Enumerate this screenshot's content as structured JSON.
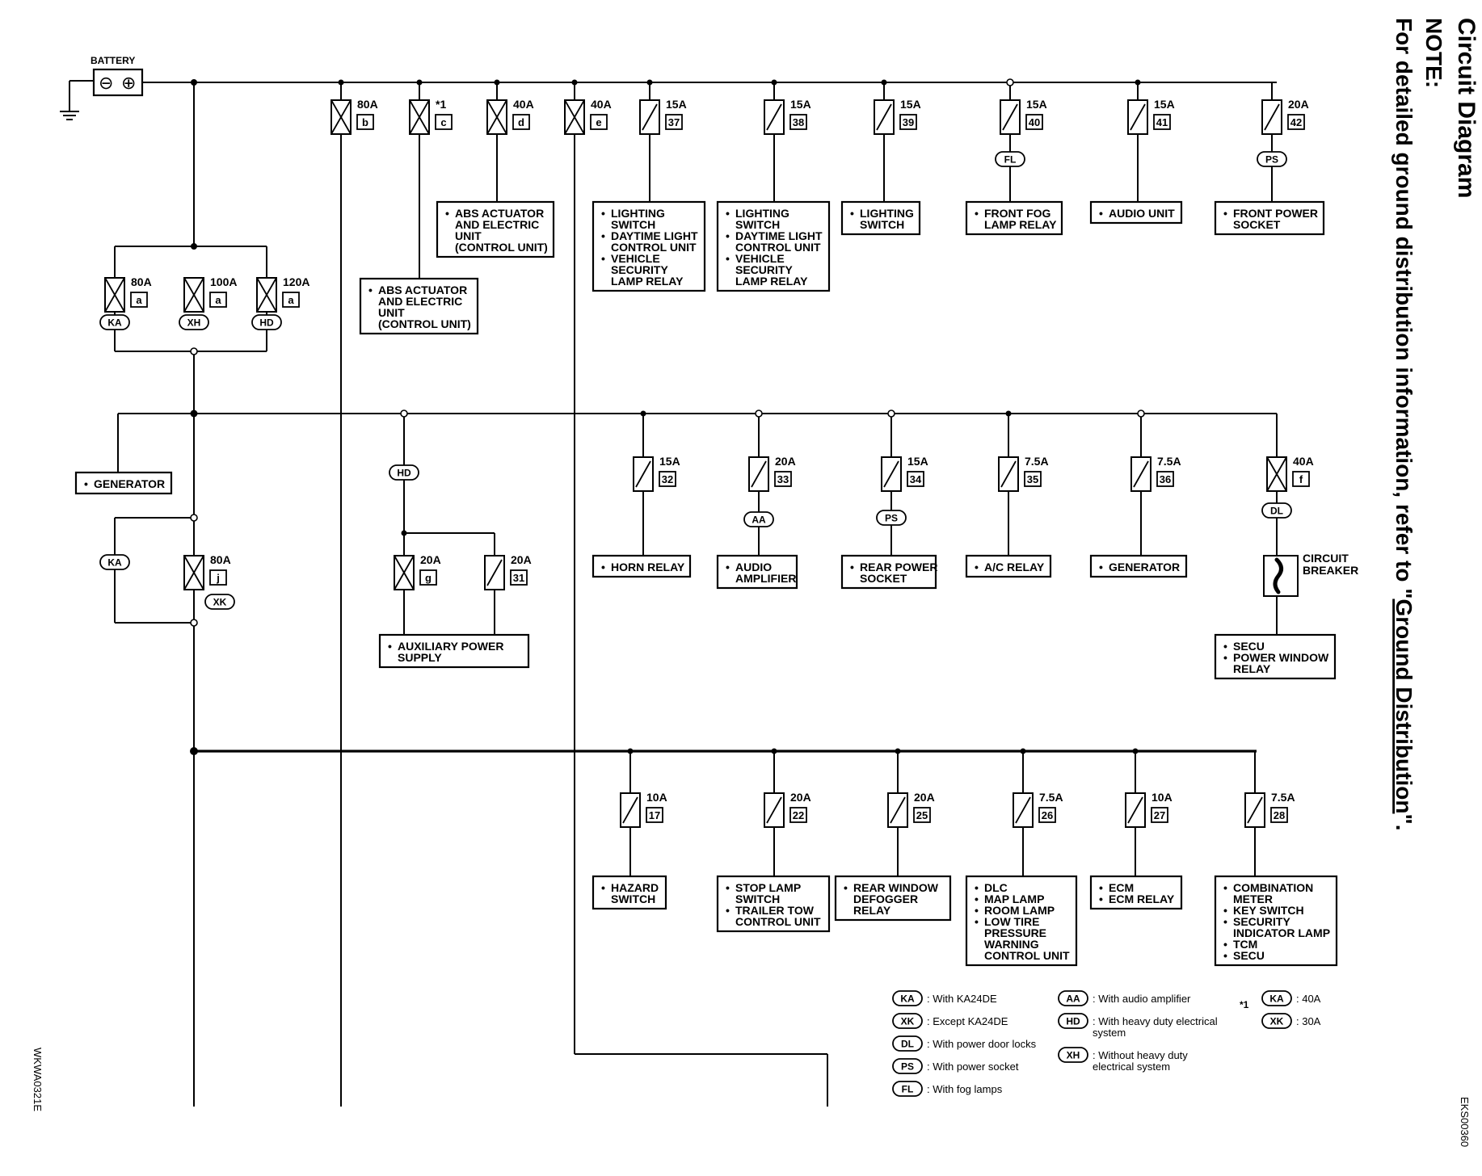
{
  "title": "Circuit Diagram",
  "note_heading": "NOTE:",
  "note_text": "For detailed ground distribution information, refer to \"",
  "note_link": "Ground Distribution",
  "note_end": "\".",
  "side_code_left": "WKWA0321E",
  "side_code_right": "EKS00360",
  "battery_label": "BATTERY",
  "battery_terminals": [
    "⊖",
    "⊕"
  ],
  "conditions": {
    "ka": "KA",
    "xh": "XH",
    "hd": "HD",
    "xk": "XK",
    "dl": "DL",
    "ps": "PS",
    "fl": "FL",
    "aa": "AA"
  },
  "row0_fuses": [
    {
      "amp": "80A",
      "idx": "b",
      "type": "fusible"
    },
    {
      "amp": "*1",
      "idx": "c",
      "type": "fusible"
    },
    {
      "amp": "40A",
      "idx": "d",
      "type": "fusible"
    },
    {
      "amp": "40A",
      "idx": "e",
      "type": "fusible"
    },
    {
      "amp": "15A",
      "idx": "37",
      "type": "fuse"
    },
    {
      "amp": "15A",
      "idx": "38",
      "type": "fuse"
    },
    {
      "amp": "15A",
      "idx": "39",
      "type": "fuse"
    },
    {
      "amp": "15A",
      "idx": "40",
      "type": "fuse"
    },
    {
      "amp": "15A",
      "idx": "41",
      "type": "fuse"
    },
    {
      "amp": "20A",
      "idx": "42",
      "type": "fuse"
    }
  ],
  "main_links": [
    {
      "amp": "80A",
      "idx": "a"
    },
    {
      "amp": "100A",
      "idx": "a"
    },
    {
      "amp": "120A",
      "idx": "a"
    }
  ],
  "row1_fuses": [
    {
      "amp": "15A",
      "idx": "32"
    },
    {
      "amp": "20A",
      "idx": "33"
    },
    {
      "amp": "15A",
      "idx": "34"
    },
    {
      "amp": "7.5A",
      "idx": "35"
    },
    {
      "amp": "7.5A",
      "idx": "36"
    },
    {
      "amp": "40A",
      "idx": "f"
    }
  ],
  "link_j": {
    "amp": "80A",
    "idx": "j"
  },
  "hd_fuses": [
    {
      "amp": "20A",
      "idx": "g"
    },
    {
      "amp": "20A",
      "idx": "31"
    }
  ],
  "row2_fuses": [
    {
      "amp": "10A",
      "idx": "17"
    },
    {
      "amp": "20A",
      "idx": "22"
    },
    {
      "amp": "20A",
      "idx": "25"
    },
    {
      "amp": "7.5A",
      "idx": "26"
    },
    {
      "amp": "10A",
      "idx": "27"
    },
    {
      "amp": "7.5A",
      "idx": "28"
    }
  ],
  "circuit_breaker_label": [
    "CIRCUIT",
    "BREAKER"
  ],
  "loads": {
    "abs1": [
      [
        "•",
        "ABS ACTUATOR"
      ],
      [
        "",
        "AND ELECTRIC"
      ],
      [
        "",
        "UNIT"
      ],
      [
        "",
        "(CONTROL UNIT)"
      ]
    ],
    "abs2": [
      [
        "•",
        "ABS ACTUATOR"
      ],
      [
        "",
        "AND ELECTRIC"
      ],
      [
        "",
        "UNIT"
      ],
      [
        "",
        "(CONTROL UNIT)"
      ]
    ],
    "l37": [
      [
        "•",
        "LIGHTING"
      ],
      [
        "",
        "SWITCH"
      ],
      [
        "•",
        "DAYTIME LIGHT"
      ],
      [
        "",
        "CONTROL UNIT"
      ],
      [
        "•",
        "VEHICLE"
      ],
      [
        "",
        "SECURITY"
      ],
      [
        "",
        "LAMP RELAY"
      ]
    ],
    "l38": [
      [
        "•",
        "LIGHTING"
      ],
      [
        "",
        "SWITCH"
      ],
      [
        "•",
        "DAYTIME LIGHT"
      ],
      [
        "",
        "CONTROL UNIT"
      ],
      [
        "•",
        "VEHICLE"
      ],
      [
        "",
        "SECURITY"
      ],
      [
        "",
        "LAMP RELAY"
      ]
    ],
    "l39": [
      [
        "•",
        "LIGHTING"
      ],
      [
        "",
        "SWITCH"
      ]
    ],
    "l40": [
      [
        "•",
        "FRONT FOG"
      ],
      [
        "",
        "LAMP RELAY"
      ]
    ],
    "l41": [
      [
        "•",
        "AUDIO UNIT"
      ]
    ],
    "l42": [
      [
        "•",
        "FRONT POWER"
      ],
      [
        "",
        "SOCKET"
      ]
    ],
    "gen1": [
      [
        "•",
        "GENERATOR"
      ]
    ],
    "l32": [
      [
        "•",
        "HORN RELAY"
      ]
    ],
    "l33": [
      [
        "•",
        "AUDIO"
      ],
      [
        "",
        "AMPLIFIER"
      ]
    ],
    "l34": [
      [
        "•",
        "REAR POWER"
      ],
      [
        "",
        "SOCKET"
      ]
    ],
    "l35": [
      [
        "•",
        "A/C RELAY"
      ]
    ],
    "l36": [
      [
        "•",
        "GENERATOR"
      ]
    ],
    "aux": [
      [
        "•",
        "AUXILIARY POWER"
      ],
      [
        "",
        "SUPPLY"
      ]
    ],
    "secu": [
      [
        "•",
        "SECU"
      ],
      [
        "•",
        "POWER WINDOW"
      ],
      [
        "",
        "RELAY"
      ]
    ],
    "l17": [
      [
        "•",
        "HAZARD"
      ],
      [
        "",
        "SWITCH"
      ]
    ],
    "l22": [
      [
        "•",
        "STOP LAMP"
      ],
      [
        "",
        "SWITCH"
      ],
      [
        "•",
        "TRAILER TOW"
      ],
      [
        "",
        "CONTROL UNIT"
      ]
    ],
    "l25": [
      [
        "•",
        "REAR WINDOW"
      ],
      [
        "",
        "DEFOGGER"
      ],
      [
        "",
        "RELAY"
      ]
    ],
    "l26": [
      [
        "•",
        "DLC"
      ],
      [
        "•",
        "MAP LAMP"
      ],
      [
        "•",
        "ROOM LAMP"
      ],
      [
        "•",
        "LOW TIRE"
      ],
      [
        "",
        "PRESSURE"
      ],
      [
        "",
        "WARNING"
      ],
      [
        "",
        "CONTROL UNIT"
      ]
    ],
    "l27": [
      [
        "•",
        "ECM"
      ],
      [
        "•",
        "ECM RELAY"
      ]
    ],
    "l28": [
      [
        "•",
        "COMBINATION"
      ],
      [
        "",
        "METER"
      ],
      [
        "•",
        "KEY SWITCH"
      ],
      [
        "•",
        "SECURITY"
      ],
      [
        "",
        "INDICATOR LAMP"
      ],
      [
        "•",
        "TCM"
      ],
      [
        "•",
        "SECU"
      ]
    ]
  },
  "legend": [
    {
      "code": "KA",
      "text": [
        ": With KA24DE"
      ]
    },
    {
      "code": "XK",
      "text": [
        ": Except KA24DE"
      ]
    },
    {
      "code": "DL",
      "text": [
        ": With power door locks"
      ]
    },
    {
      "code": "PS",
      "text": [
        ": With power socket"
      ]
    },
    {
      "code": "FL",
      "text": [
        ": With fog lamps"
      ]
    },
    {
      "code": "AA",
      "text": [
        ": With audio amplifier"
      ]
    },
    {
      "code": "HD",
      "text": [
        ": With heavy duty electrical",
        "system"
      ]
    },
    {
      "code": "XH",
      "text": [
        ": Without heavy duty",
        "electrical system"
      ]
    }
  ],
  "footnote": {
    "mark": "*1",
    "entries": [
      {
        "code": "KA",
        "text": ": 40A"
      },
      {
        "code": "XK",
        "text": ": 30A"
      }
    ]
  }
}
